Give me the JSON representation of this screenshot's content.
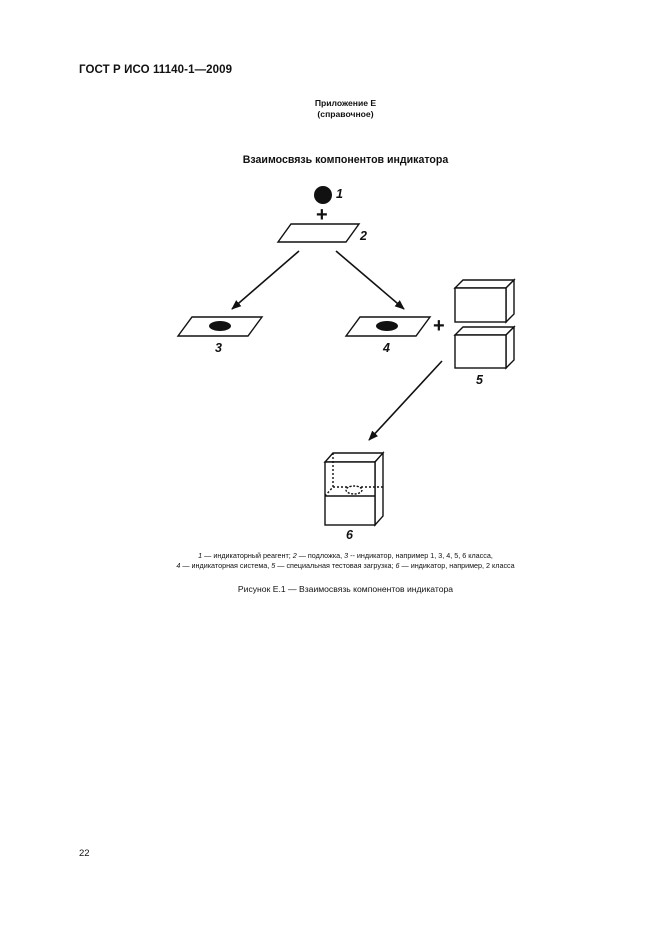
{
  "header": {
    "standard": "ГОСТ Р ИСО 11140-1—2009"
  },
  "annex": {
    "title": "Приложение Е",
    "note": "(справочное)"
  },
  "section": {
    "title": "Взаимосвязь компонентов индикатора"
  },
  "diagram": {
    "labels": {
      "reagent": "1",
      "substrate": "2",
      "indicator": "3",
      "system": "4",
      "load": "5",
      "result": "6"
    },
    "plus_signs": [
      "+",
      "+"
    ]
  },
  "legend": {
    "line1": [
      {
        "num": "1",
        "text": " — индикаторный реагент; "
      },
      {
        "num": "2",
        "text": " — подложка, "
      },
      {
        "num": "3",
        "text": " -- индикатор, например 1, 3, 4, 5, 6 класса,"
      }
    ],
    "line2": [
      {
        "num": "4",
        "text": " —  индикаторная система, "
      },
      {
        "num": "5",
        "text": " —  специальная тестовая загрузка; "
      },
      {
        "num": "6",
        "text": " — индикатор, например, 2 класса"
      }
    ]
  },
  "figure": {
    "caption": "Рисунок  Е.1 — Взаимосвязь компонентов индикатора"
  },
  "footer": {
    "page_number": "22"
  }
}
